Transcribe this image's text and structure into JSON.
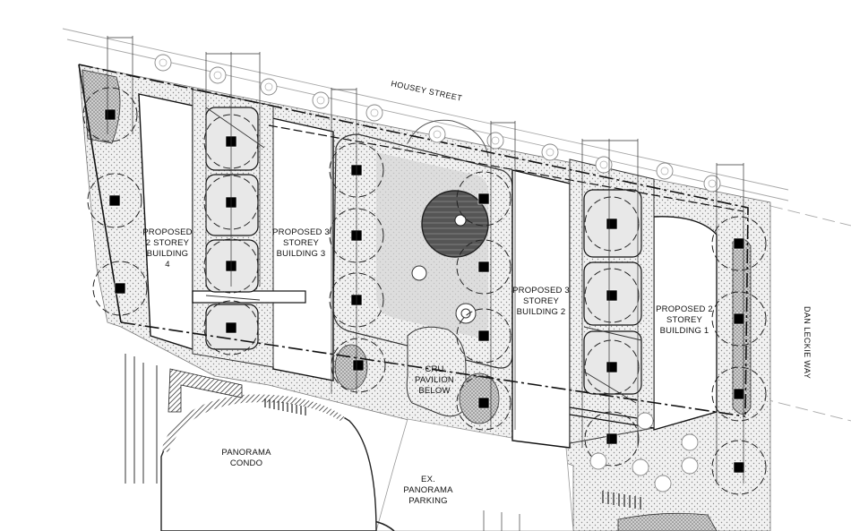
{
  "labels": {
    "street_top": "HOUSEY STREET",
    "street_right": "DAN LECKIE WAY",
    "building_4": [
      "PROPOSED",
      "2 STOREY",
      "BUILDING",
      "4"
    ],
    "building_3": [
      "PROPOSED 3",
      "STOREY",
      "BUILDING 3"
    ],
    "building_2": [
      "PROPOSED 3",
      "STOREY",
      "BUILDING 2"
    ],
    "building_1": [
      "PROPOSED 2",
      "STOREY",
      "BUILDING 1"
    ],
    "pavilion": [
      "CRU",
      "PAVILION",
      "BELOW"
    ],
    "condo": [
      "PANORAMA",
      "CONDO"
    ],
    "parking": [
      "EX.",
      "PANORAMA",
      "PARKING"
    ]
  },
  "colors": {
    "line": "#1a1a1a",
    "grey_line": "#9a9a9a",
    "paving": "#e6e6e6",
    "plaza": "#d2d2d2",
    "tree_marker": "#000000"
  }
}
